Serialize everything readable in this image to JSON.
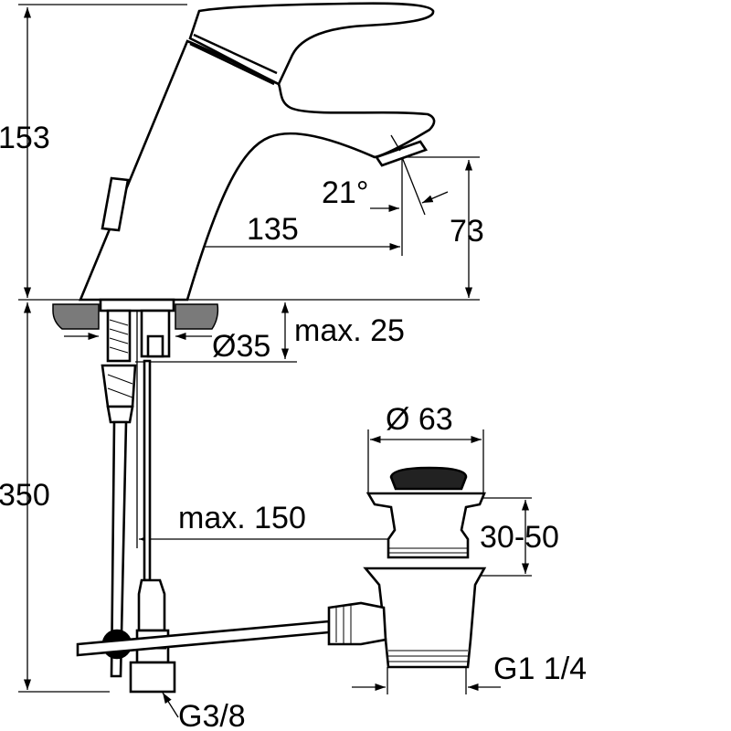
{
  "dimensions": {
    "height_total": "153",
    "spout_height": "73",
    "spout_reach": "135",
    "lever_angle": "21°",
    "hole_diameter": "Ø35",
    "deck_thickness": "max. 25",
    "supply_length": "350",
    "drain_diameter": "Ø 63",
    "pull_rod_length": "max. 150",
    "drain_range": "30-50",
    "drain_thread": "G1 1/4",
    "supply_thread": "G3/8"
  },
  "colors": {
    "line": "#000000",
    "background": "#ffffff",
    "deck": "#7a7a7a"
  }
}
